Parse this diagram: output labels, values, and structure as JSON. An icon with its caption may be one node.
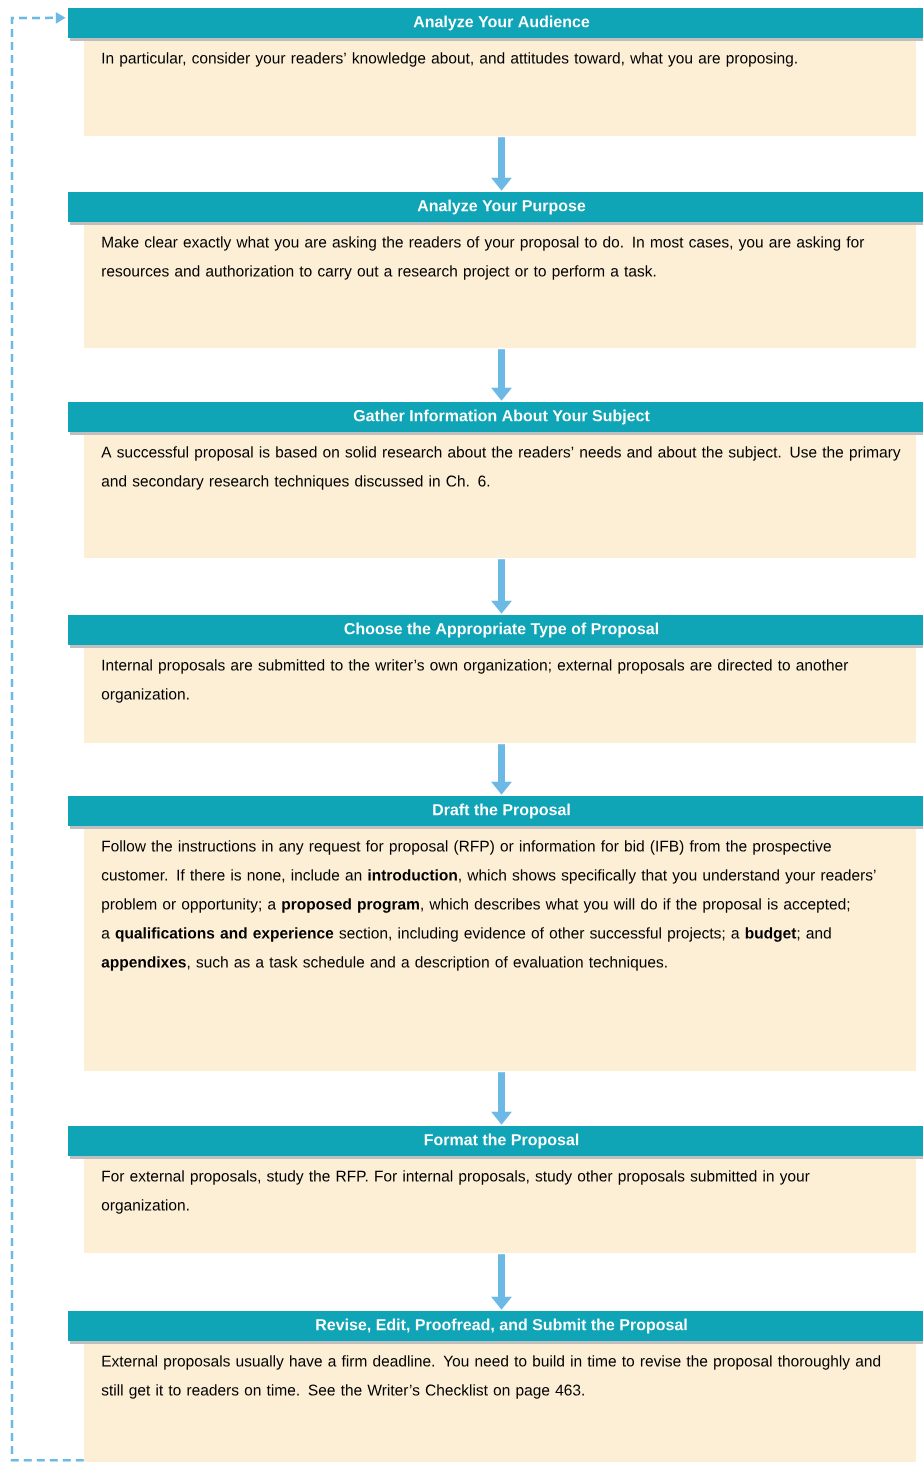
{
  "diagram": {
    "nodes": [
      {
        "text": [
          "Analyze Your Audience",
          "In particular, consider your readers’ knowledge about, and attitudes toward, what you are proposing."
        ]
      },
      {
        "text": [
          "Analyze Your Purpose",
          "Make clear exactly what you are asking the readers of your proposal to do. In most cases, you are asking for resources and authorization to carry out a research project or to perform a task."
        ]
      },
      {
        "text": [
          "Gather Information About Your Subject",
          "A successful proposal is based on solid research about the readers’ needs and about the subject. Use the primary and secondary research techniques discussed in Ch. 6."
        ]
      },
      {
        "text": [
          "Choose the Appropriate Type of Proposal",
          "Internal proposals are submitted to the writer’s own organization; external proposals are directed to another organization."
        ]
      },
      {
        "text": [
          "Draft the Proposal",
          "Follow the instructions in any request for proposal (RFP) or information for bid (IFB) from the prospective customer. If there is none, include an **introduction**, which shows specifically that you understand your readers’ problem or opportunity; a **proposed program**, which describes what you will do if the proposal is accepted; a **qualifications and experience** section, including evidence of other successful projects; a **budget**; and **appendixes**, such as a task schedule and a description of evaluation techniques."
        ]
      },
      {
        "text": [
          "Format the Proposal",
          "For external proposals, study the RFP. For internal proposals, study other proposals submitted in your organization."
        ]
      },
      {
        "text": [
          "Revise, Edit, Proofread, and Submit the Proposal",
          "External proposals usually have a firm deadline. You need to build in time to revise the proposal thoroughly and still get it to readers on time. See the Writer’s Checklist on page 463."
        ]
      }
    ],
    "edges": [
      {
        "from": 0,
        "to": 1,
        "arrow": "to"
      },
      {
        "from": 1,
        "to": 2,
        "arrow": "to"
      },
      {
        "from": 2,
        "to": 3,
        "arrow": "to"
      },
      {
        "from": 3,
        "to": 4,
        "arrow": "to"
      },
      {
        "from": 4,
        "to": 5,
        "arrow": "to"
      },
      {
        "from": 5,
        "to": 6,
        "arrow": "to"
      },
      {
        "from": 6,
        "to": 0,
        "arrow": "to",
        "style": "dashed"
      }
    ]
  }
}
